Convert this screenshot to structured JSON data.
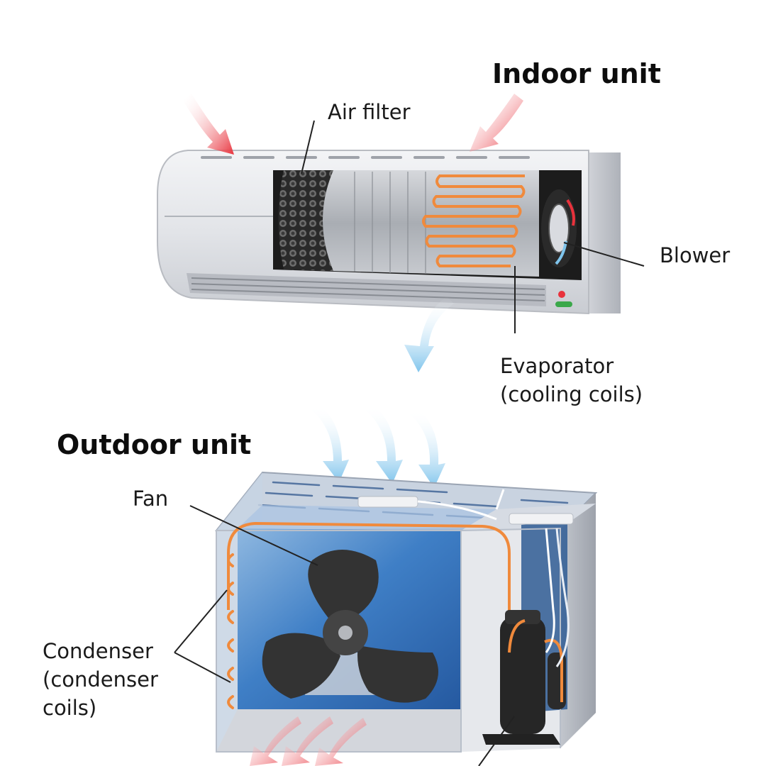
{
  "titles": {
    "indoor": "Indoor unit",
    "outdoor": "Outdoor unit"
  },
  "labels": {
    "air_filter": "Air filter",
    "blower": "Blower",
    "evaporator_line1": "Evaporator",
    "evaporator_line2": "(cooling coils)",
    "fan": "Fan",
    "condenser_line1": "Condenser",
    "condenser_line2": "(condenser",
    "condenser_line3": "coils)"
  },
  "colors": {
    "warm_air": "#e8323c",
    "cool_air": "#7fc4ec",
    "coil": "#f08a3c",
    "fan_blade": "#333333",
    "outdoor_panel": "#2f6fb8",
    "housing": "#e4e6ea"
  }
}
